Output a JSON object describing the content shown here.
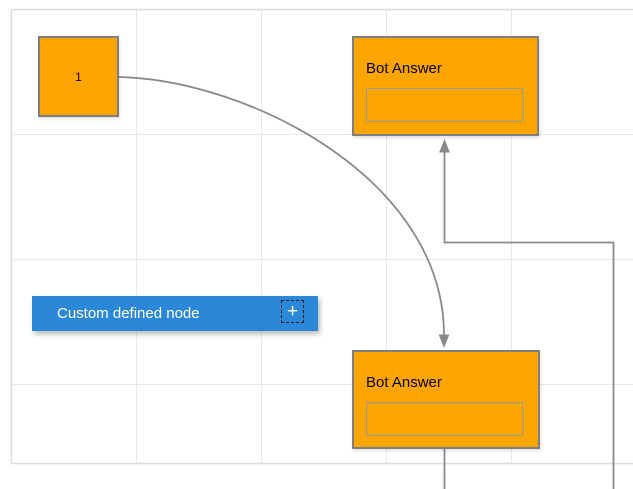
{
  "canvas": {
    "background": "#ffffff",
    "grid_line_color": "#e8e8e8",
    "page_border_color": "#dcdcdc"
  },
  "colors": {
    "node_fill": "#ffa500",
    "node_border": "#7f7f7f",
    "field_border": "#9a9a9a",
    "connector": "#8a8a8a",
    "custom_node_fill": "#2b88d8",
    "custom_node_text": "#ffffff",
    "node_text": "#000000"
  },
  "nodes": {
    "start_node": {
      "label": "1"
    },
    "bot_answer_top": {
      "title": "Bot Answer",
      "field_value": ""
    },
    "bot_answer_bottom": {
      "title": "Bot Answer",
      "field_value": ""
    },
    "custom_node": {
      "label": "Custom defined node",
      "add_icon": "+"
    }
  },
  "connectors": {
    "curved": {
      "from": "start_node",
      "to": "bot_answer_bottom",
      "style": "curved-arrow"
    },
    "orthogonal": {
      "from": "bot_answer_bottom",
      "to": "bot_answer_top",
      "style": "right-angle-arrow"
    }
  }
}
